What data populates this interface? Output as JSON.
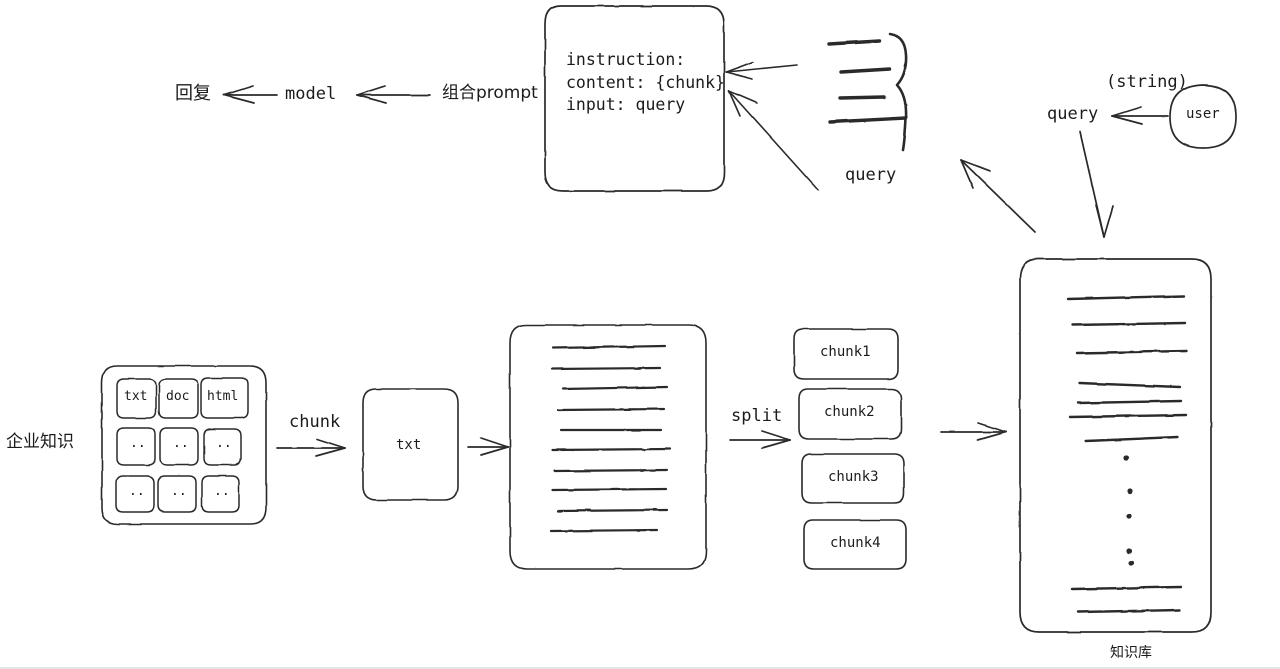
{
  "diagram": {
    "title": "RAG pipeline hand-drawn diagram",
    "ink_color": "#2a2a2a",
    "background": "#ffffff"
  },
  "top_flow": {
    "reply_label": "回复",
    "model_label": "model",
    "compose_prompt_label": "组合prompt",
    "arrow_model_to_reply": "left-arrow",
    "arrow_prompt_to_model": "left-arrow"
  },
  "prompt_box": {
    "lines": [
      "instruction:",
      "content: {chunk}",
      "input: query"
    ]
  },
  "retrieved": {
    "brace_label": "retrieved-chunks-brace",
    "line_count": 4,
    "query_label": "query"
  },
  "user_area": {
    "string_label": "(string)",
    "query_label": "query",
    "user_label": "user"
  },
  "knowledge_source": {
    "enterprise_label": "企业知识",
    "grid_cells": [
      "txt",
      "doc",
      "html",
      "..",
      "..",
      "..",
      "..",
      "..",
      ".."
    ],
    "chunk_arrow_label": "chunk",
    "txt_box_label": "txt"
  },
  "split_stage": {
    "split_arrow_label": "split",
    "chunks": [
      "chunk1",
      "chunk2",
      "chunk3",
      "chunk4"
    ]
  },
  "knowledge_base": {
    "label": "知识库",
    "line_rows": 7,
    "dot_count": 5,
    "bottom_line_rows": 2
  },
  "document": {
    "line_rows": 10
  }
}
